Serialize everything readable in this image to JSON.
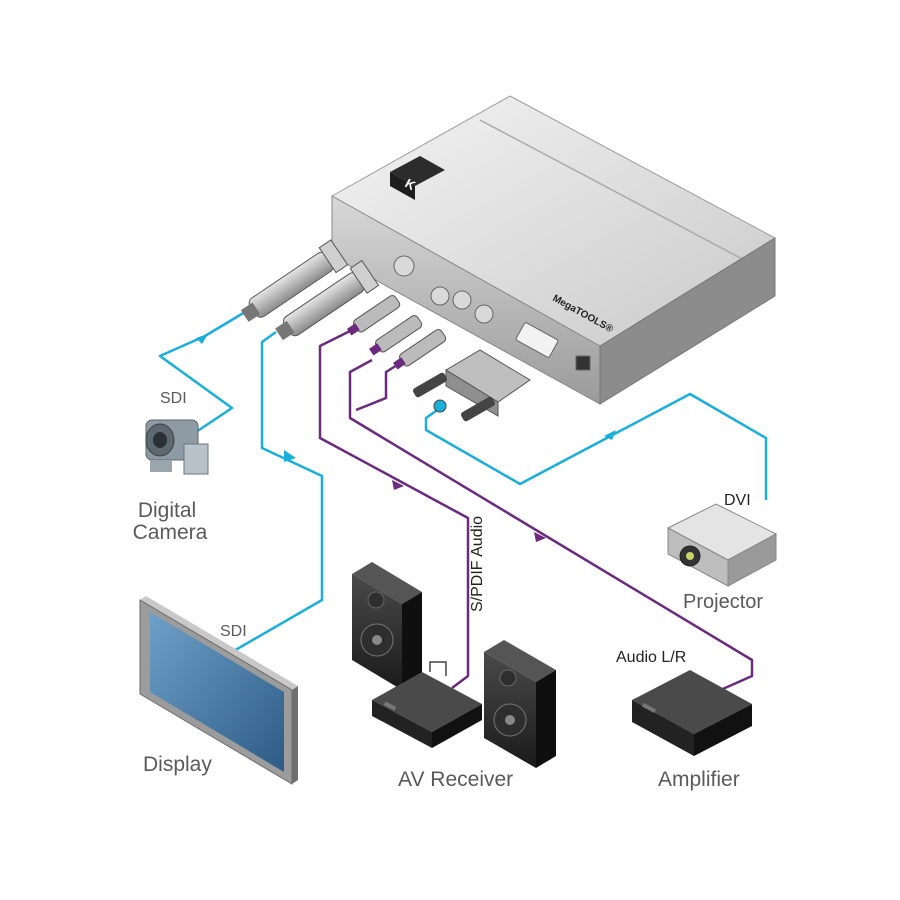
{
  "labels": {
    "sdi_camera": "SDI",
    "camera_line1": "Digital",
    "camera_line2": "Camera",
    "sdi_display": "SDI",
    "display": "Display",
    "spdif": "S/PDIF Audio",
    "av_receiver": "AV Receiver",
    "audio_lr": "Audio L/R",
    "amplifier": "Amplifier",
    "dvi": "DVI",
    "projector": "Projector"
  },
  "device": {
    "brand_panel": "K",
    "model": "MegaTOOLS®"
  },
  "colors": {
    "sdi_dvi_cable": "#1aaedb",
    "audio_cable": "#6b2a7e",
    "text": "#5a5a5a"
  }
}
